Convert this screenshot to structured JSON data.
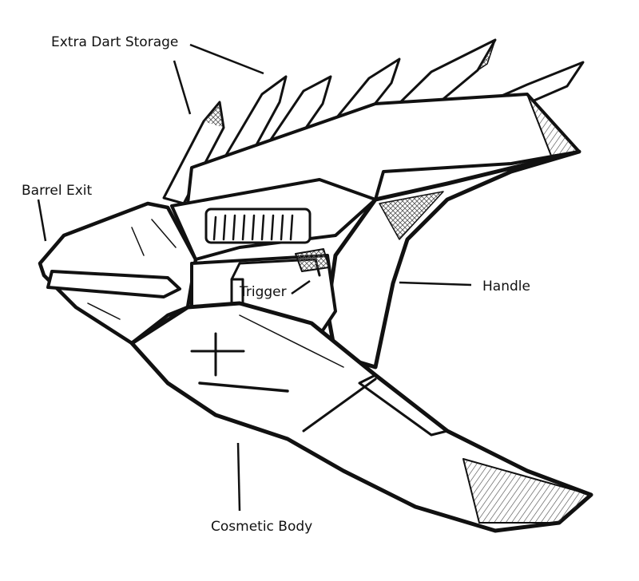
{
  "labels": {
    "extra_dart_storage": "Extra Dart Storage",
    "barrel_exit": "Barrel Exit",
    "trigger": "Trigger",
    "handle": "Handle",
    "cosmetic_body": "Cosmetic Body"
  },
  "colors": {
    "ink": "#111111",
    "paper": "#ffffff",
    "hatch": "#444444"
  }
}
